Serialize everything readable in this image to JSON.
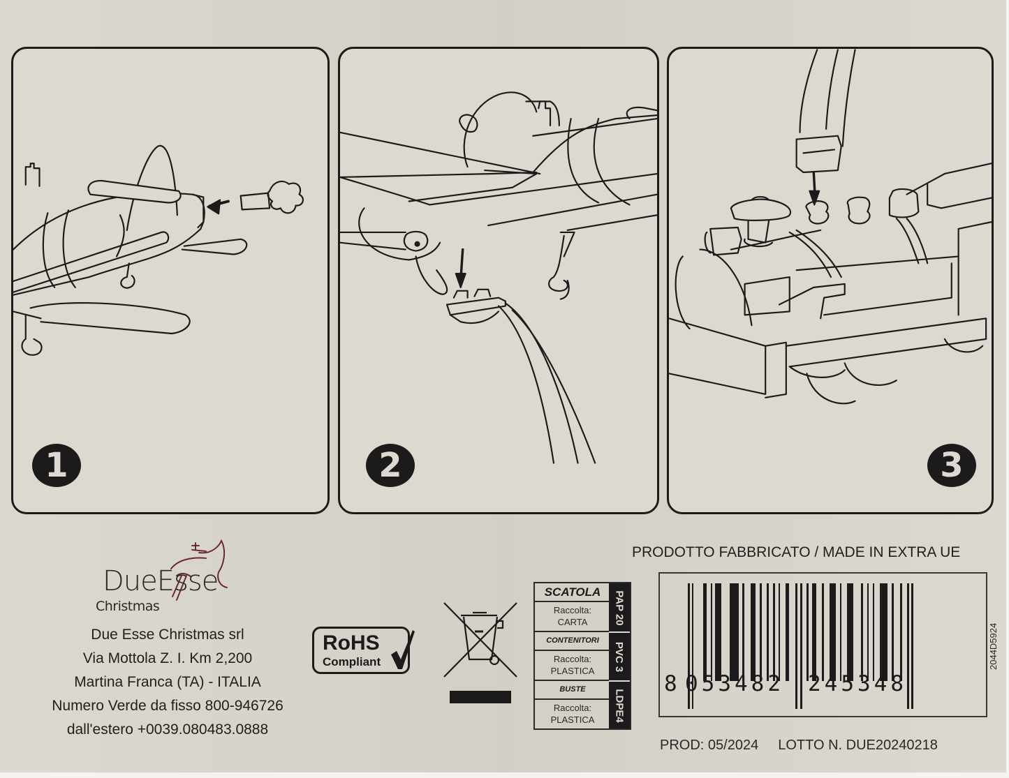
{
  "instructions": {
    "steps": [
      {
        "number": "1",
        "description": "Attach star topper to airplane nose",
        "arrow_icon": "arrow-left-icon"
      },
      {
        "number": "2",
        "description": "Insert airplane onto curved stand",
        "arrow_icon": "arrow-down-icon"
      },
      {
        "number": "3",
        "description": "Insert curved stand onto train locomotive",
        "arrow_icon": "arrow-down-icon"
      }
    ]
  },
  "brand": {
    "logo_main": "DueEsse",
    "logo_sub": "Christmas",
    "logo_accent_color": "#6b2a2e"
  },
  "address": {
    "lines": [
      "Due Esse Christmas srl",
      "Via Mottola Z. I. Km 2,200",
      "Martina Franca (TA) - ITALIA",
      "Numero Verde da fisso 800-946726",
      "dall'estero +0039.080483.0888"
    ]
  },
  "certifications": {
    "rohs_title": "RoHS",
    "rohs_sub": "Compliant",
    "weee_icon": "crossed-out-wheelie-bin-icon"
  },
  "recycling": {
    "groups": [
      {
        "item": "SCATOLA",
        "collection_label": "Raccolta:",
        "collection": "CARTA",
        "code": "PAP 20"
      },
      {
        "item": "CONTENITORI",
        "collection_label": "Raccolta:",
        "collection": "PLASTICA",
        "code": "PVC 3"
      },
      {
        "item": "BUSTE",
        "collection_label": "Raccolta:",
        "collection": "PLASTICA",
        "code": "LDPE4"
      }
    ]
  },
  "product": {
    "origin": "PRODOTTO FABBRICATO / MADE IN EXTRA UE",
    "barcode": {
      "first_digit": "8",
      "left_group": "053482",
      "right_group": "245348",
      "full": "8053482245348"
    },
    "side_code": "2044D5924",
    "prod_date": "PROD: 05/2024",
    "lot": "LOTTO N. DUE20240218"
  },
  "colors": {
    "background": "#d9d6cd",
    "ink": "#1c1a1a"
  }
}
